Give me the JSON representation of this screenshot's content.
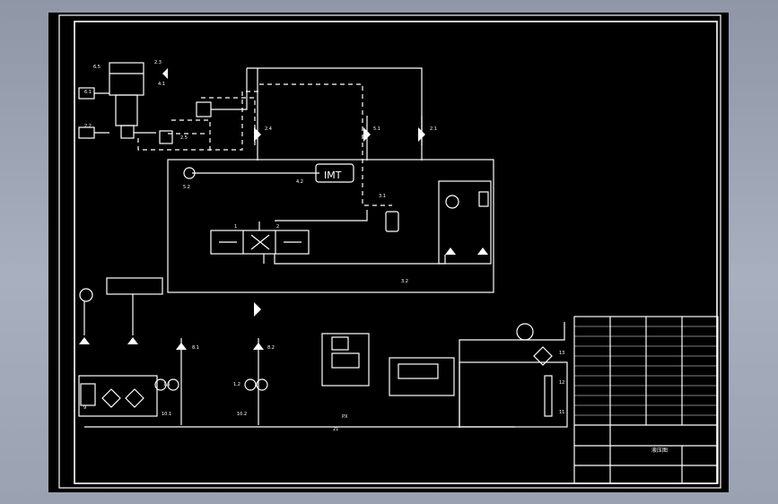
{
  "colors": {
    "background_gradient": "#9aa2b2",
    "sheet": "#000000",
    "lines": "#ffffff"
  },
  "labels": {
    "b1": "6.5",
    "b2": "2.3",
    "b3": "4.1",
    "b4": "2.5",
    "b5": "2.4",
    "b6": "5.1",
    "b7": "2.1",
    "b8": "6.1",
    "b9": "2.2",
    "b10": "5.2",
    "b11": "4.2",
    "b12": "3.1",
    "b13": "3.2",
    "b14": "1.1",
    "b15": "1.2",
    "b16": "10.1",
    "b17": "10.2",
    "b18": "8.1",
    "b19": "8.2",
    "b20": "9",
    "b21": "11",
    "b22": "12",
    "b23": "13",
    "b24": "PX",
    "b25": "21",
    "b26": "1",
    "b27": "2",
    "imt": "IMT",
    "title_block_label": "液压图"
  }
}
